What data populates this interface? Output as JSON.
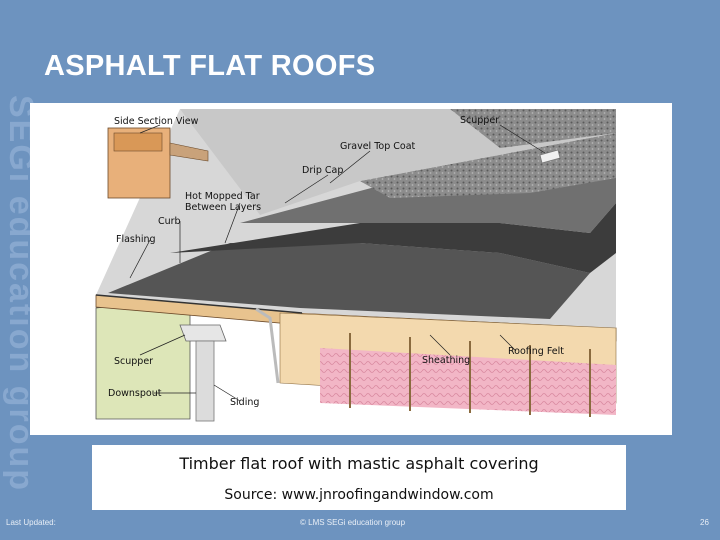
{
  "slide": {
    "title": "ASPHALT FLAT ROOFS",
    "watermark": "SEGi education group"
  },
  "diagram": {
    "labels": {
      "side_section_view": "Side Section View",
      "scupper_top": "Scupper",
      "gravel_top_coat": "Gravel Top Coat",
      "drip_cap": "Drip Cap",
      "hot_mopped_line1": "Hot Mopped Tar",
      "hot_mopped_line2": "Between Layers",
      "curb": "Curb",
      "flashing": "Flashing",
      "scupper_bottom": "Scupper",
      "downspout": "Downspout",
      "siding": "Siding",
      "sheathing": "Sheathing",
      "roofing_felt": "Roofing Felt"
    }
  },
  "caption": {
    "main": "Timber flat roof with mastic asphalt covering",
    "source": "Source: www.jnroofingandwindow.com"
  },
  "footer": {
    "left": "Last Updated:",
    "center": "© LMS SEGi education group",
    "page": "26"
  }
}
